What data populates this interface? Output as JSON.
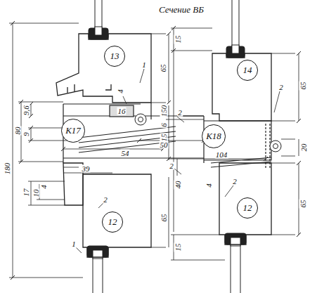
{
  "diagram": {
    "title": "Сечение ВБ",
    "nodes": [
      {
        "text": [
          "13"
        ]
      },
      {
        "text": [
          "14"
        ]
      },
      {
        "text": [
          "К17"
        ]
      },
      {
        "text": [
          "К18"
        ]
      },
      {
        "text": [
          "12"
        ]
      },
      {
        "text": [
          "12"
        ]
      }
    ],
    "labels": [
      "180",
      "80",
      "9,6",
      "9",
      "17",
      "10",
      "4",
      "1",
      "4",
      "16",
      "65",
      "150",
      "6",
      "15",
      "2",
      "54",
      "50",
      "39",
      "2",
      "15",
      "65",
      "2",
      "104",
      "40",
      "4",
      "2",
      "20",
      "65",
      "15",
      "2",
      "1",
      "65"
    ]
  }
}
